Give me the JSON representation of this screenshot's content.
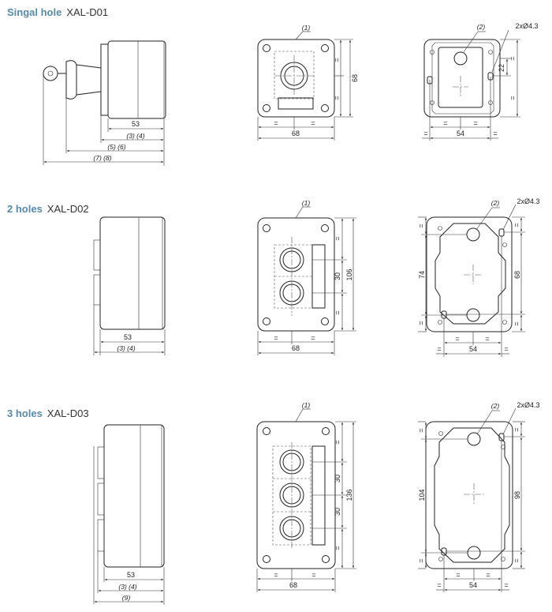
{
  "sections": [
    {
      "heading": "Singal hole",
      "code": "XAL-D01",
      "side": {
        "width": "53",
        "ref1": "(3) (4)",
        "ref2": "(5) (6)",
        "ref3": "(7) (8)"
      },
      "front": {
        "callout": "(1)",
        "width": "68",
        "height": "68",
        "eq": "="
      },
      "back": {
        "callout": "(2)",
        "holes": "2xØ4.3",
        "width": "54",
        "spacing": "22",
        "eq": "="
      }
    },
    {
      "heading": "2 holes",
      "code": "XAL-D02",
      "side": {
        "width": "53",
        "ref1": "(3) (4)"
      },
      "front": {
        "callout": "(1)",
        "width": "68",
        "height": "106",
        "pitch": "30",
        "eq": "="
      },
      "back": {
        "callout": "(2)",
        "holes": "2xØ4.3",
        "width": "54",
        "outer": "74",
        "inner": "68",
        "eq": "="
      }
    },
    {
      "heading": "3 holes",
      "code": "XAL-D03",
      "side": {
        "width": "53",
        "ref1": "(3) (4)",
        "ref2": "(9)"
      },
      "front": {
        "callout": "(1)",
        "width": "68",
        "height": "136",
        "pitch1": "30",
        "pitch2": "30",
        "eq": "="
      },
      "back": {
        "callout": "(2)",
        "holes": "2xØ4.3",
        "width": "54",
        "outer": "104",
        "inner": "98",
        "eq": "="
      }
    }
  ],
  "colors": {
    "heading": "#5a8aa8",
    "line": "#222222",
    "code": "#333333"
  }
}
